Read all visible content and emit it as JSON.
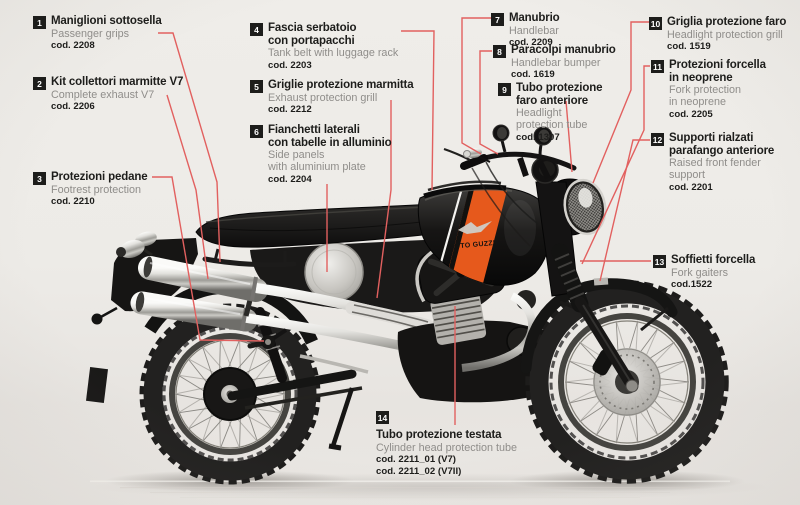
{
  "page": {
    "background": "#edebe7"
  },
  "colors": {
    "leader_line": "#e2605f",
    "badge_bg": "#1d1d1b",
    "title_text": "#1d1d1b",
    "subtitle_text": "#8f8d8a",
    "tank_stripe_orange": "#e6591c"
  },
  "bike": {
    "tank_logo": "MOTO GUZZI"
  },
  "labels": [
    {
      "num": "1",
      "title": [
        "Maniglioni sottosella"
      ],
      "subtitle": [
        "Passenger grips"
      ],
      "codes": [
        "cod. 2208"
      ]
    },
    {
      "num": "2",
      "title": [
        "Kit collettori marmitte V7"
      ],
      "subtitle": [
        "Complete exhaust V7"
      ],
      "codes": [
        "cod. 2206"
      ]
    },
    {
      "num": "3",
      "title": [
        "Protezioni pedane"
      ],
      "subtitle": [
        "Footrest protection"
      ],
      "codes": [
        "cod. 2210"
      ]
    },
    {
      "num": "4",
      "title": [
        "Fascia serbatoio",
        "con portapacchi"
      ],
      "subtitle": [
        "Tank belt with luggage rack"
      ],
      "codes": [
        "cod. 2203"
      ]
    },
    {
      "num": "5",
      "title": [
        "Griglie protezione marmitta"
      ],
      "subtitle": [
        "Exhaust protection grill"
      ],
      "codes": [
        "cod. 2212"
      ]
    },
    {
      "num": "6",
      "title": [
        "Fianchetti laterali",
        "con tabelle in alluminio"
      ],
      "subtitle": [
        "Side panels",
        "with aluminium plate"
      ],
      "codes": [
        "cod. 2204"
      ]
    },
    {
      "num": "7",
      "title": [
        "Manubrio"
      ],
      "subtitle": [
        "Handlebar"
      ],
      "codes": [
        "cod. 2209"
      ]
    },
    {
      "num": "8",
      "title": [
        "Paracolpi manubrio"
      ],
      "subtitle": [
        "Handlebar bumper"
      ],
      "codes": [
        "cod. 1619"
      ]
    },
    {
      "num": "9",
      "title": [
        "Tubo protezione",
        "faro anteriore"
      ],
      "subtitle": [
        "Headlight",
        "protection tube"
      ],
      "codes": [
        "cod. 1307"
      ]
    },
    {
      "num": "10",
      "title": [
        "Griglia protezione faro"
      ],
      "subtitle": [
        "Headlight protection grill"
      ],
      "codes": [
        "cod. 1519"
      ]
    },
    {
      "num": "11",
      "title": [
        "Protezioni forcella",
        "in neoprene"
      ],
      "subtitle": [
        "Fork protection",
        "in neoprene"
      ],
      "codes": [
        "cod. 2205"
      ]
    },
    {
      "num": "12",
      "title": [
        "Supporti rialzati",
        "parafango anteriore"
      ],
      "subtitle": [
        "Raised front fender",
        "support"
      ],
      "codes": [
        "cod. 2201"
      ]
    },
    {
      "num": "13",
      "title": [
        "Soffietti forcella"
      ],
      "subtitle": [
        "Fork gaiters"
      ],
      "codes": [
        "cod.1522"
      ]
    },
    {
      "num": "14",
      "title": [
        "Tubo protezione testata"
      ],
      "subtitle": [
        "Cylinder head protection tube"
      ],
      "codes": [
        "cod. 2211_01 (V7)",
        "cod. 2211_02 (V7II)"
      ]
    }
  ]
}
